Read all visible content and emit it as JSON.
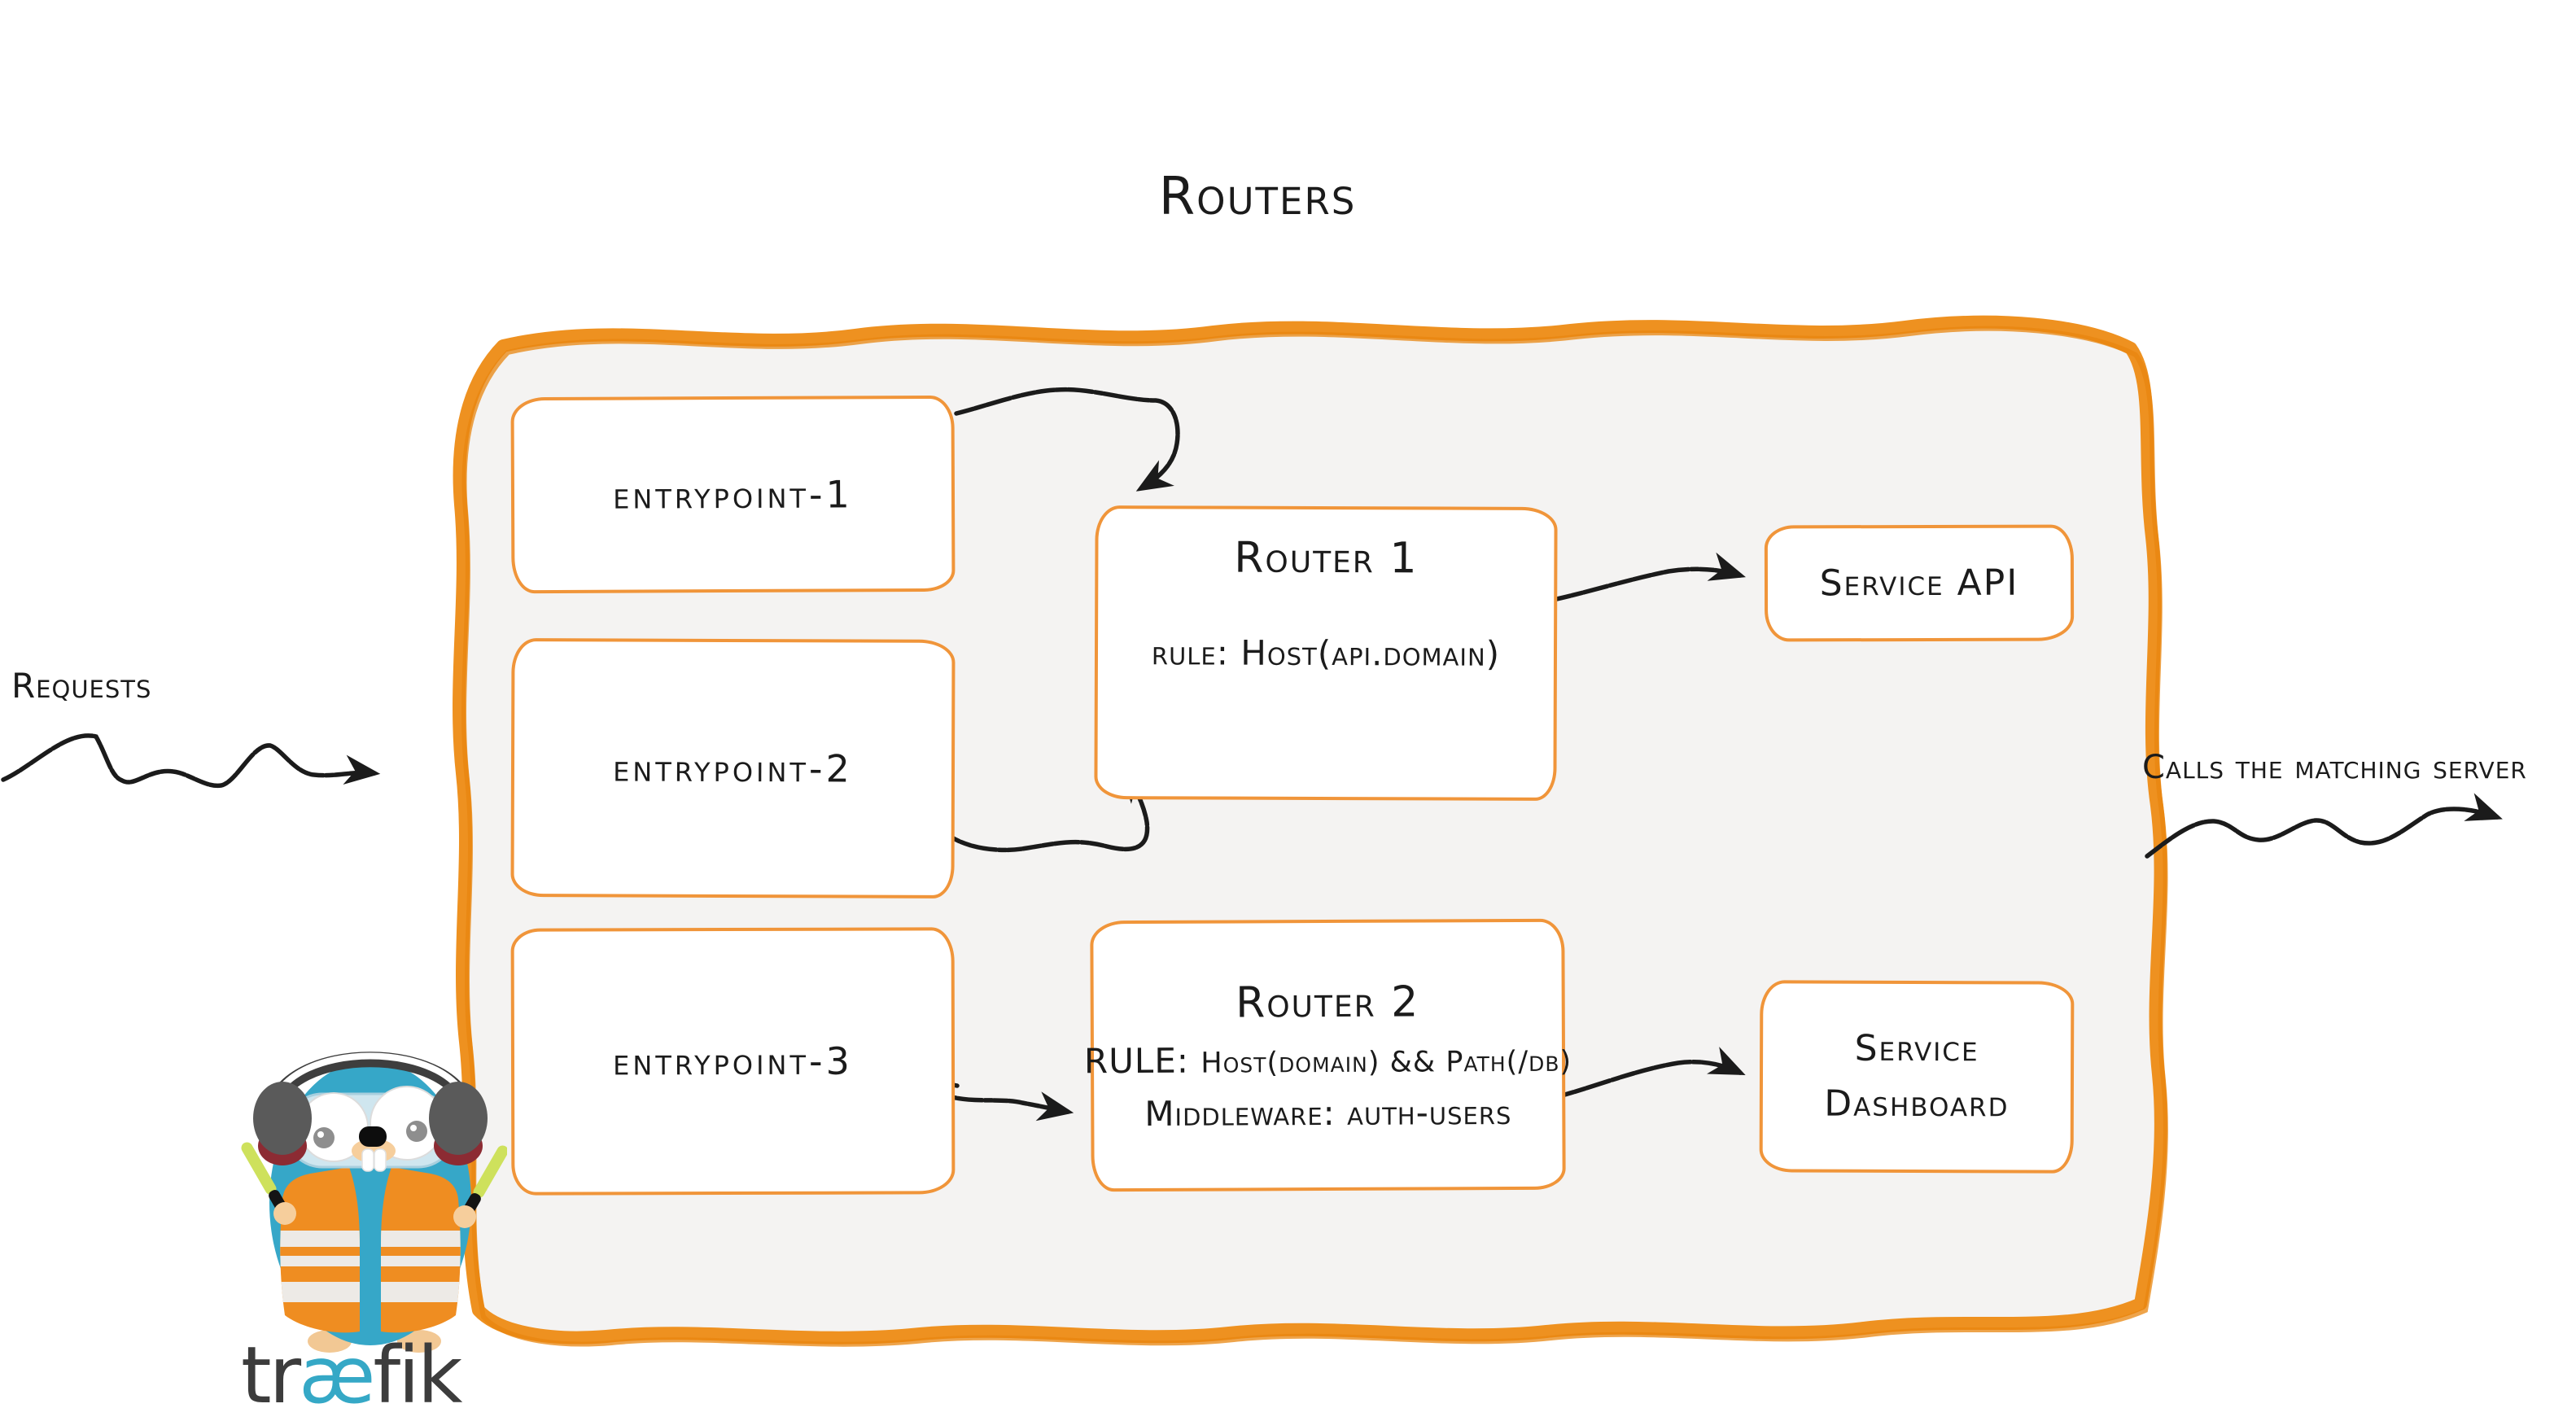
{
  "page": {
    "title": "Routers"
  },
  "colors": {
    "container_border": "#EE9120",
    "box_border": "#F0953A",
    "container_fill": "#F4F3F2",
    "ink": "#1B1B1B",
    "brand_dark": "#3C3C3C",
    "brand_blue": "#35A8C6"
  },
  "left_annotation": {
    "label": "Requests"
  },
  "right_annotation": {
    "label": "Calls the matching server"
  },
  "entrypoints": [
    {
      "label": "entrypoint-1"
    },
    {
      "label": "entrypoint-2"
    },
    {
      "label": "entrypoint-3"
    }
  ],
  "routers": [
    {
      "name": "Router 1",
      "rule_label": "rule:",
      "rule_value": "Host(api.domain)"
    },
    {
      "name": "Router 2",
      "rule_label": "RULE:",
      "rule_value": "Host(domain) && Path(/db)",
      "middleware_label": "Middleware:",
      "middleware_value": "auth-users"
    }
  ],
  "services": [
    {
      "label": "Service API"
    },
    {
      "label_line1": "Service",
      "label_line2": "Dashboard"
    }
  ],
  "brand": {
    "wordmark_start": "tr",
    "wordmark_ligature": "æ",
    "wordmark_end": "fik"
  }
}
